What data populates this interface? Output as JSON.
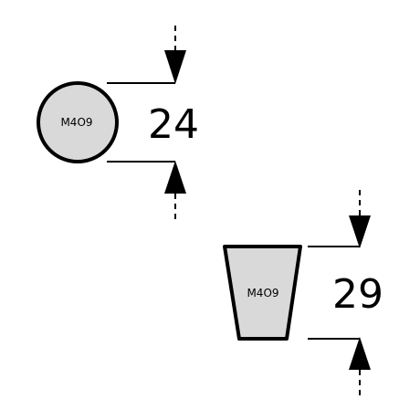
{
  "profiles": [
    {
      "shape": "round",
      "code": "M4O9",
      "dimension": "24"
    },
    {
      "shape": "trapezoid",
      "code": "M4O9",
      "dimension": "29"
    }
  ],
  "colors": {
    "fill": "#d9d9d9",
    "stroke": "#000000",
    "background": "#ffffff"
  }
}
